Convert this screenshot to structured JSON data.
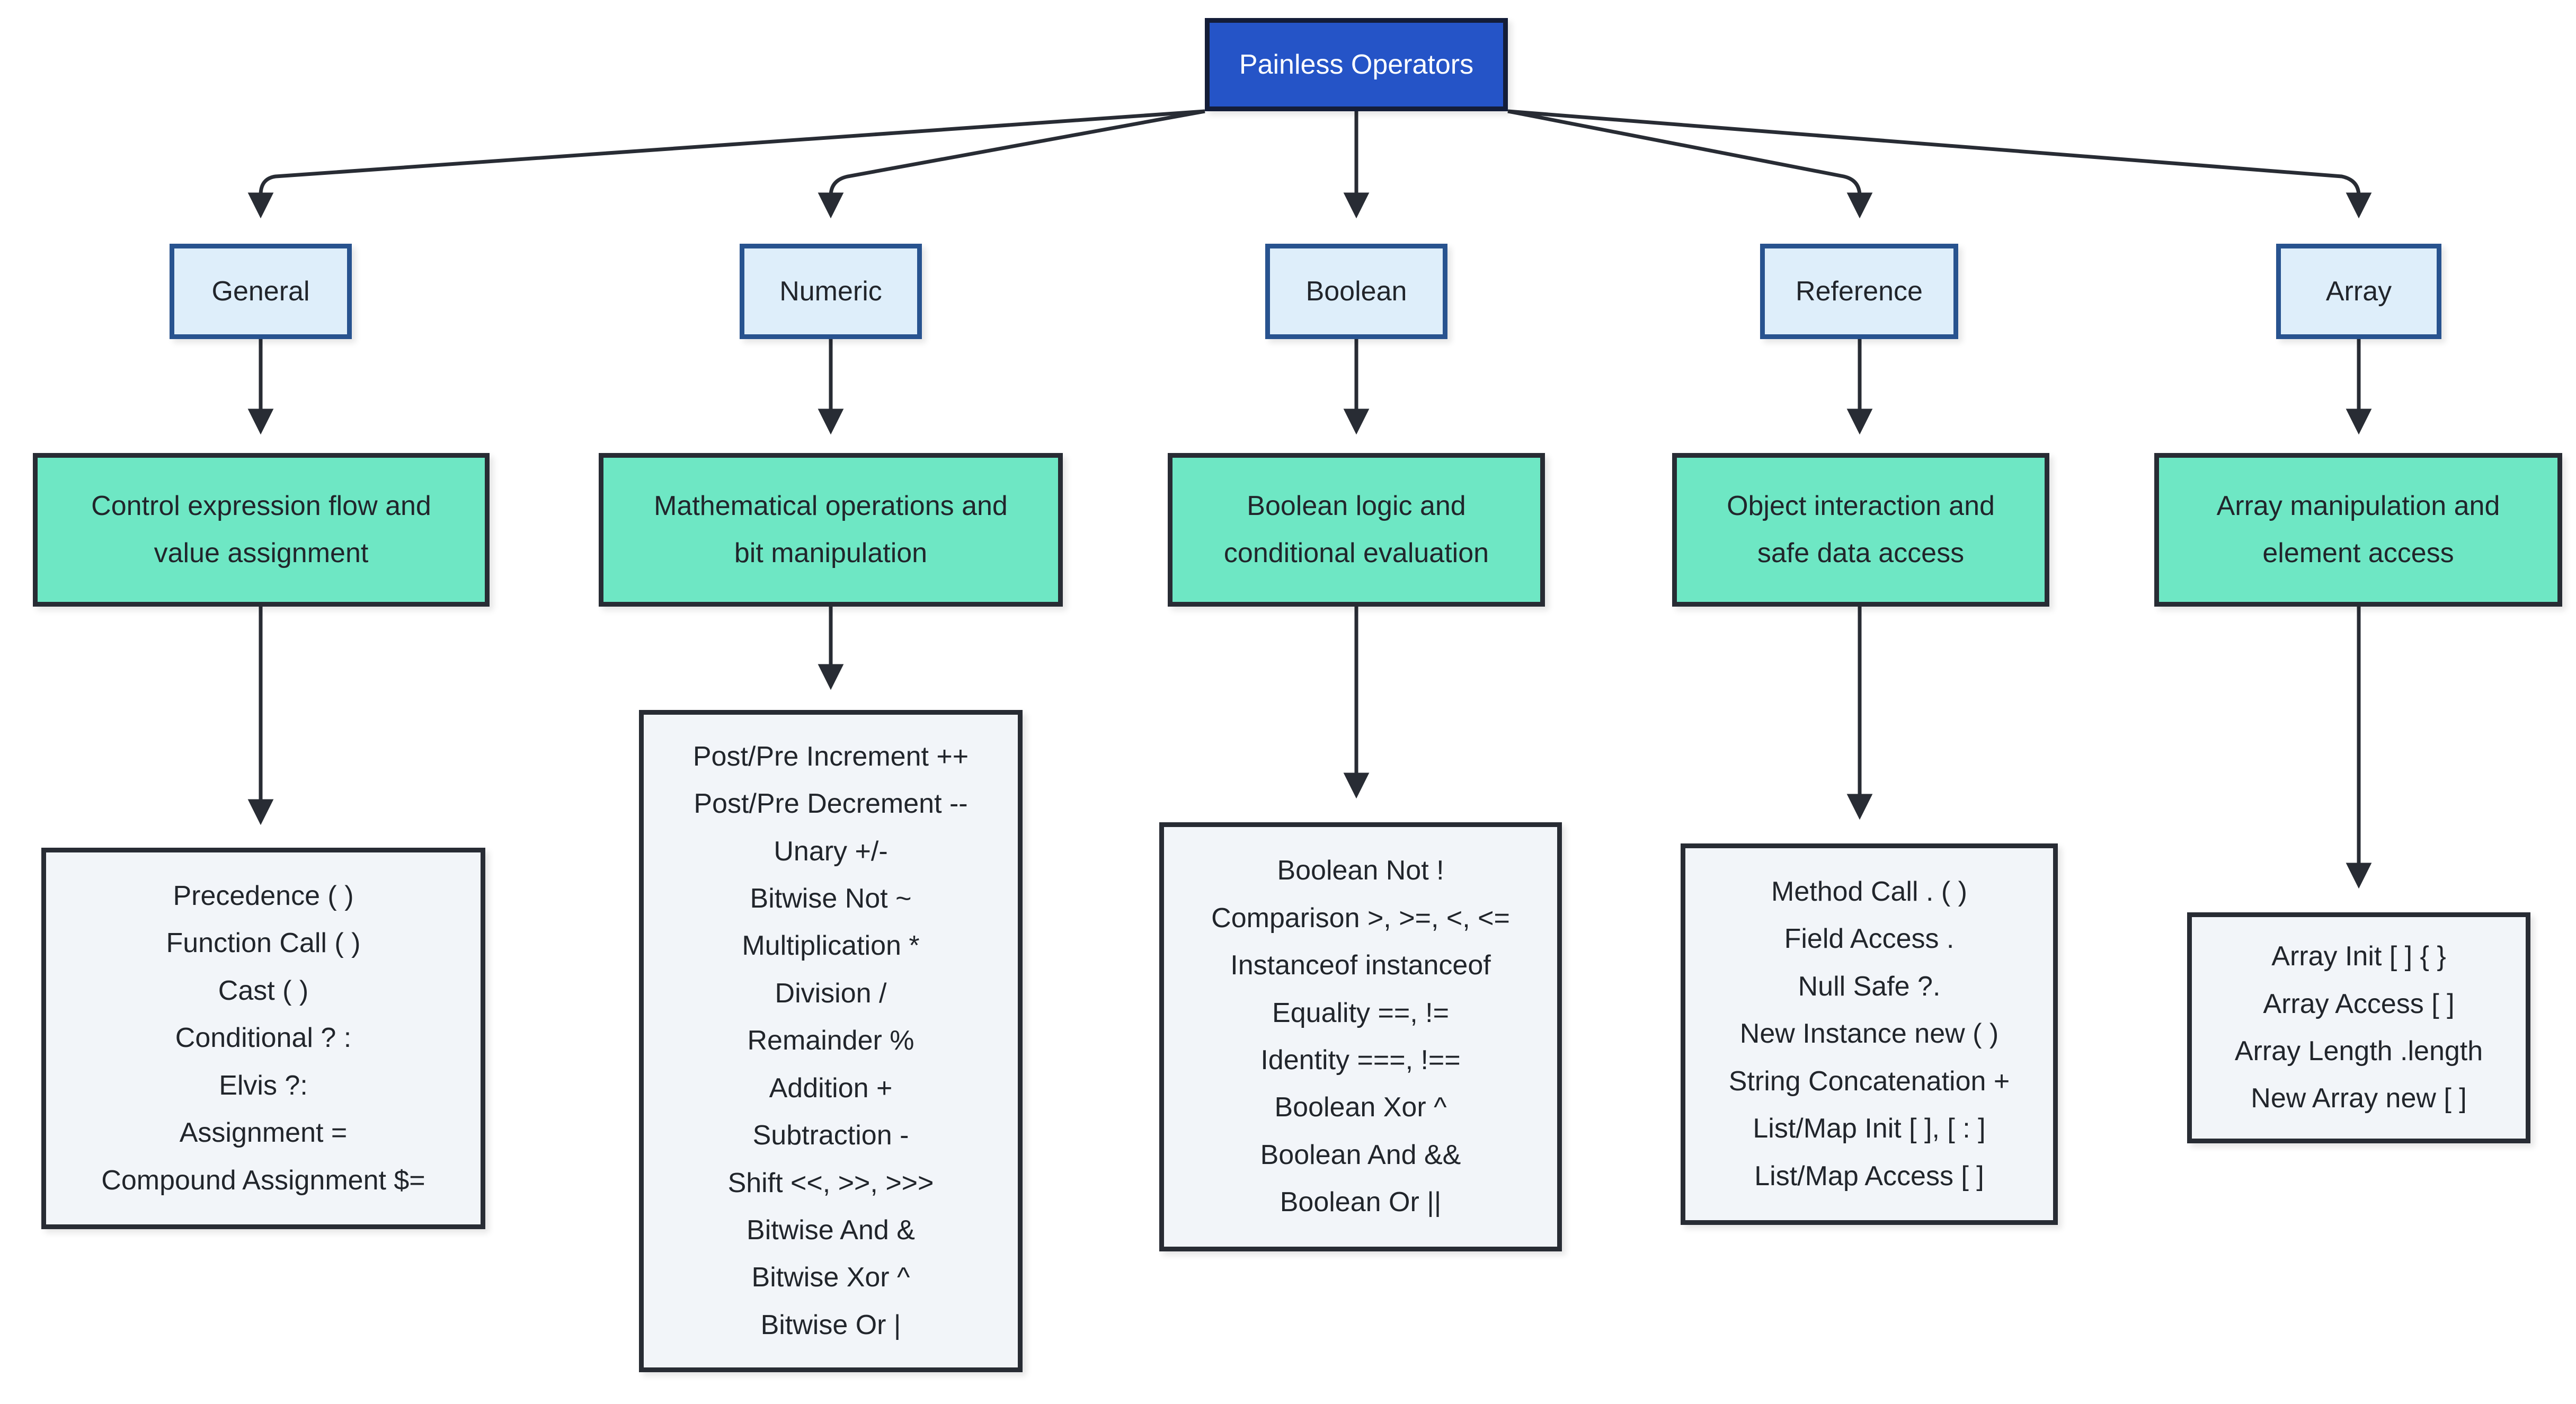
{
  "diagram": {
    "type": "tree-flowchart",
    "root": {
      "label": "Painless Operators"
    },
    "colors": {
      "root_fill": "#2554C7",
      "root_border": "#141d38",
      "root_text": "#ffffff",
      "category_fill": "#DEEEFA",
      "category_border": "#28538F",
      "description_fill": "#6EE7C4",
      "description_border": "#282C34",
      "operators_fill": "#F2F5F9",
      "operators_border": "#282C34",
      "text": "#21252B",
      "edge": "#282C34",
      "background": "#ffffff"
    },
    "branches": [
      {
        "id": "general",
        "category": "General",
        "description": [
          "Control expression flow and",
          "value assignment"
        ],
        "operators": [
          "Precedence ( )",
          "Function Call ( )",
          "Cast ( )",
          "Conditional ? :",
          "Elvis ?:",
          "Assignment =",
          "Compound Assignment $="
        ]
      },
      {
        "id": "numeric",
        "category": "Numeric",
        "description": [
          "Mathematical operations and",
          "bit manipulation"
        ],
        "operators": [
          "Post/Pre Increment ++",
          "Post/Pre Decrement --",
          "Unary +/-",
          "Bitwise Not ~",
          "Multiplication *",
          "Division /",
          "Remainder %",
          "Addition +",
          "Subtraction -",
          "Shift <<, >>, >>>",
          "Bitwise And &",
          "Bitwise Xor ^",
          "Bitwise Or |"
        ]
      },
      {
        "id": "boolean",
        "category": "Boolean",
        "description": [
          "Boolean logic and",
          "conditional evaluation"
        ],
        "operators": [
          "Boolean Not !",
          "Comparison >, >=, <, <=",
          "Instanceof instanceof",
          "Equality ==, !=",
          "Identity ===, !==",
          "Boolean Xor ^",
          "Boolean And &&",
          "Boolean Or ||"
        ]
      },
      {
        "id": "reference",
        "category": "Reference",
        "description": [
          "Object interaction and",
          "safe data access"
        ],
        "operators": [
          "Method Call . ( )",
          "Field Access .",
          "Null Safe ?.",
          "New Instance new ( )",
          "String Concatenation +",
          "List/Map Init [ ], [ : ]",
          "List/Map Access [ ]"
        ]
      },
      {
        "id": "array",
        "category": "Array",
        "description": [
          "Array manipulation and",
          "element access"
        ],
        "operators": [
          "Array Init [ ] { }",
          "Array Access [ ]",
          "Array Length .length",
          "New Array new [ ]"
        ]
      }
    ]
  }
}
